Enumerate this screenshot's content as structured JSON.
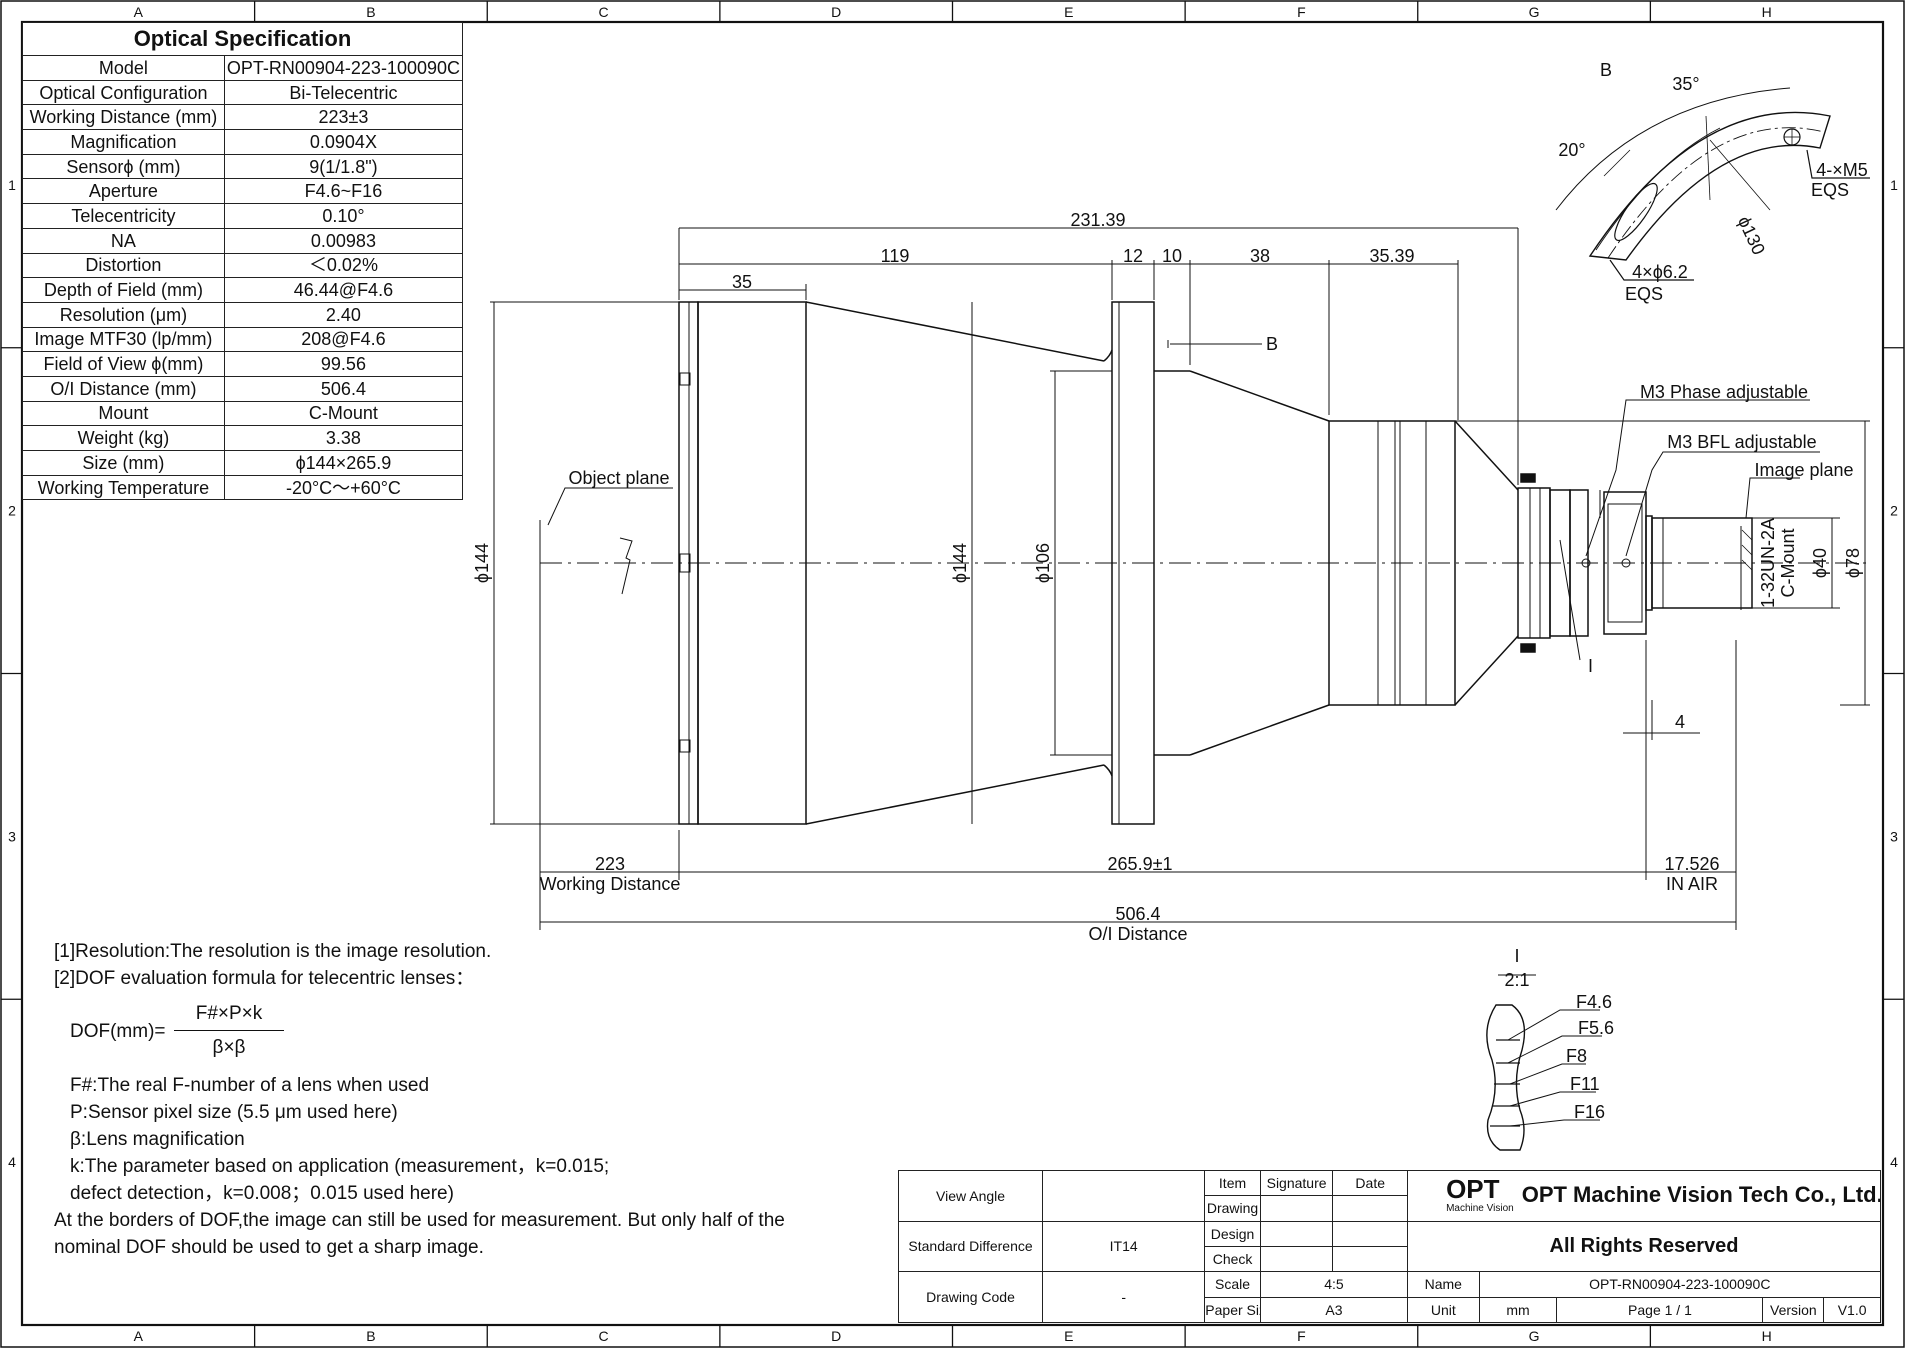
{
  "frame": {
    "columns": [
      "A",
      "B",
      "C",
      "D",
      "E",
      "F",
      "G",
      "H"
    ],
    "rows": [
      "1",
      "2",
      "3",
      "4"
    ]
  },
  "spec": {
    "title": "Optical Specification",
    "rows": [
      {
        "key": "Model",
        "value": "OPT-RN00904-223-100090C"
      },
      {
        "key": "Optical Configuration",
        "value": "Bi-Telecentric"
      },
      {
        "key": "Working Distance (mm)",
        "value": "223±3"
      },
      {
        "key": "Magnification",
        "value": "0.0904X"
      },
      {
        "key": "Sensorϕ (mm)",
        "value": "9(1/1.8\")"
      },
      {
        "key": "Aperture",
        "value": "F4.6~F16"
      },
      {
        "key": "Telecentricity",
        "value": "0.10°"
      },
      {
        "key": "NA",
        "value": "0.00983"
      },
      {
        "key": "Distortion",
        "value": "＜0.02%"
      },
      {
        "key": "Depth of Field (mm)",
        "value": "46.44@F4.6"
      },
      {
        "key": "Resolution (μm)",
        "value": "2.40"
      },
      {
        "key": "Image MTF30 (lp/mm)",
        "value": "208@F4.6"
      },
      {
        "key": "Field of View ϕ(mm)",
        "value": "99.56"
      },
      {
        "key": "O/I Distance (mm)",
        "value": "506.4"
      },
      {
        "key": "Mount",
        "value": "C-Mount"
      },
      {
        "key": "Weight (kg)",
        "value": "3.38"
      },
      {
        "key": "Size (mm)",
        "value": "ϕ144×265.9"
      },
      {
        "key": "Working Temperature",
        "value": "-20°C～+60°C"
      }
    ]
  },
  "dims": {
    "d231": "231.39",
    "d119": "119",
    "d12": "12",
    "d10": "10",
    "d38": "38",
    "d3539": "35.39",
    "d35": "35",
    "phi144a": "ϕ144",
    "phi144b": "ϕ144",
    "phi106": "ϕ106",
    "phi40": "ϕ40",
    "phi78": "ϕ78",
    "d4": "4",
    "d223": "223",
    "wd": "Working Distance",
    "d2659": "265.9±1",
    "d17526": "17.526",
    "inair": "IN AIR",
    "d5064": "506.4",
    "oi": "O/I Distance",
    "thread": "1-32UN-2A",
    "cmount": "C-Mount"
  },
  "labels": {
    "object_plane": "Object plane",
    "image_plane": "Image plane",
    "m3_phase": "M3 Phase adjustable",
    "m3_bfl": "M3 BFL adjustable",
    "view_b": "B",
    "detail_i": "I"
  },
  "detail_b": {
    "title": "B",
    "a35": "35°",
    "a20": "20°",
    "m5": "4-×M5",
    "eqs1": "EQS",
    "phi62": "4×ϕ6.2",
    "eqs2": "EQS",
    "phi130": "ϕ130"
  },
  "detail_i": {
    "title": "I",
    "scale": "2:1",
    "stops": [
      "F4.6",
      "F5.6",
      "F8",
      "F11",
      "F16"
    ]
  },
  "notes": {
    "n1": "[1]Resolution:The resolution is  the image resolution.",
    "n2": "[2]DOF evaluation formula for telecentric lenses：",
    "formula_lhs": "DOF(mm)=",
    "formula_num": "F#×P×k",
    "formula_den": "β×β",
    "f": "F#:The real F-number of a lens when used",
    "p": "P:Sensor pixel size (5.5 μm used here)",
    "b": "β:Lens magnification",
    "k1": "k:The parameter based on application (measurement，k=0.015;",
    "k2": "defect detection，k=0.008；0.015 used here)",
    "c1": "At the borders of DOF,the image can still be used for measurement. But only half of the",
    "c2": "nominal DOF should be used to get a sharp image."
  },
  "titleblock": {
    "view_angle": "View Angle",
    "std_diff": "Standard Difference",
    "std_val": "IT14",
    "drawing_code": "Drawing Code",
    "code_val": "-",
    "item": "Item",
    "signature": "Signature",
    "date": "Date",
    "drawing": "Drawing",
    "design": "Design",
    "check": "Check",
    "scale": "Scale",
    "scale_val": "4:5",
    "paper": "Paper Size",
    "paper_val": "A3",
    "logo_word": "OPT",
    "logo_sub": "Machine Vision",
    "company": "OPT Machine Vision Tech Co., Ltd.",
    "rights": "All Rights Reserved",
    "name": "Name",
    "name_val": "OPT-RN00904-223-100090C",
    "unit": "Unit",
    "unit_val": "mm",
    "page": "Page 1 / 1",
    "version": "Version",
    "version_val": "V1.0"
  }
}
